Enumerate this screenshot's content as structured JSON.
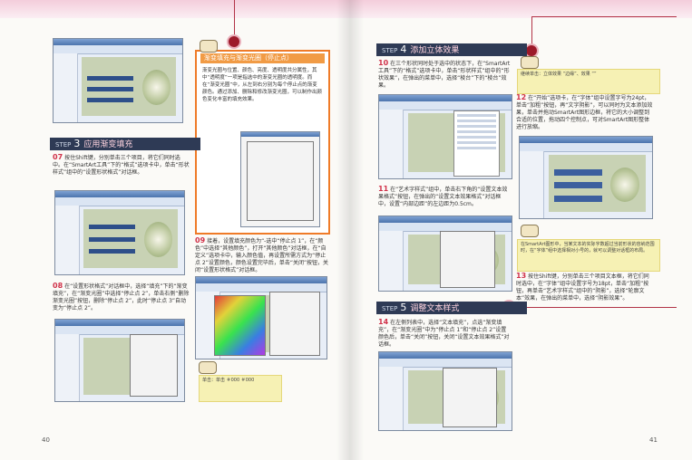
{
  "left": {
    "step3": {
      "label": "STEP",
      "num": "3",
      "title": "应用渐变填充"
    },
    "p07": {
      "num": "07",
      "text": "按住Shift键，分别单击三个项目，将它们同时选中。在“SmartArt工具”下的“格式”选项卡中，单击“形状样式”组中的“设置形状格式”对话框。"
    },
    "p08": {
      "num": "08",
      "text": "在“设置形状格式”对话框中，选择“填充”下的“渐变填充”，在“渐变光圈”中选择“停止点 2”，单击右侧“删除渐变光圈”按钮，删除“停止点 2”，此时“停止点 3”自动变为“停止点 2”。"
    },
    "p09": {
      "num": "09",
      "text": "接着，设置填充颜色为“-选中“停止点 1”，在“颜色”中选择“其他颜色”，打开“其他颜色”对话框，在“自定义”选项卡中，输入颜色值，再设置所需方式为“停止点 2”设置颜色，颜色设置完毕后，单击“关闭”按钮，关闭“设置形状格式”对话框。"
    },
    "callout": {
      "title": "渐变填充与渐变光圈（停止点）",
      "text": "渐变光圈与位置、颜色、亮度、透明度共分属性，其中“透明度”一项是指选中的渐变光圈的透明度。而在“渐变光圈”中，从左到右分别为每个停止点的渐变颜色。通过添加、删除和修改渐变光圈，可以制作出颜色变化丰富的填充效果。"
    },
    "tip": {
      "text": "单击：单击 ＃000 ＃000"
    },
    "page_number": "40"
  },
  "right": {
    "step4": {
      "label": "STEP",
      "num": "4",
      "title": "添加立体效果"
    },
    "p10": {
      "num": "10",
      "text": "在三个形状同时处于选中的状态下，在“SmartArt工具”下的“格式”选项卡中，单击“形状样式”组中的“形状效果”，在弹出的菜单中，选择“棱台”下的“棱台”效果。"
    },
    "p11": {
      "num": "11",
      "text": "在“艺术字样式”组中，单击右下角的“设置文本效果格式”按钮，在弹出的“设置文本效果格式”对话框中，设置“内部边距”的左边距为0.5cm。"
    },
    "tip1": {
      "text": "继续单击：立体效果 “边缘”、效果 “”"
    },
    "p12": {
      "num": "12",
      "text": "在“开始”选项卡，在“字体”组中设置字号为24pt，单击“加粗”按钮，再“文字阴影”，可以同时为文本添加效果，单击并拖动SmartArt图形边框，将它的大小调整到合适的位置，拖动四个控制点，可对SmartArt图形整体进行放缩。"
    },
    "tip2": {
      "text": "在SmartArt图形中，当某文本的实际字数超过当前形状的容纳范围时，在“字体”组中选择相对小号的，就可以调整对话框的布局。"
    },
    "p13": {
      "num": "13",
      "text": "按住Shift键，分别单击三个项目文本框，将它们同时选中，在“字体”组中设置字号为18pt，单击“加粗”按钮，再单击“艺术字样式”组中的“阴影”，选择“轮廓文本”效果，在弹出的菜单中，选择“阴影效果”。"
    },
    "step5": {
      "label": "STEP",
      "num": "5",
      "title": "调整文本样式"
    },
    "p14": {
      "num": "14",
      "text": "在左侧列表中，选择“文本填充”，点选“渐变填充”，在“渐变光圈”中为“停止点 1”和“停止点 2”设置颜色后，单击“关闭”按钮，关闭“设置文本效果格式”对话框。"
    },
    "page_number": "41"
  },
  "colors": {
    "step_bg": "#2e3a55",
    "callout_border": "#ef7b28",
    "accent_red": "#d0324a",
    "tip_bg": "#f6f1b4"
  },
  "icons": {
    "pin": "pushpin-icon",
    "mascot": "cartoon-character-icon"
  }
}
